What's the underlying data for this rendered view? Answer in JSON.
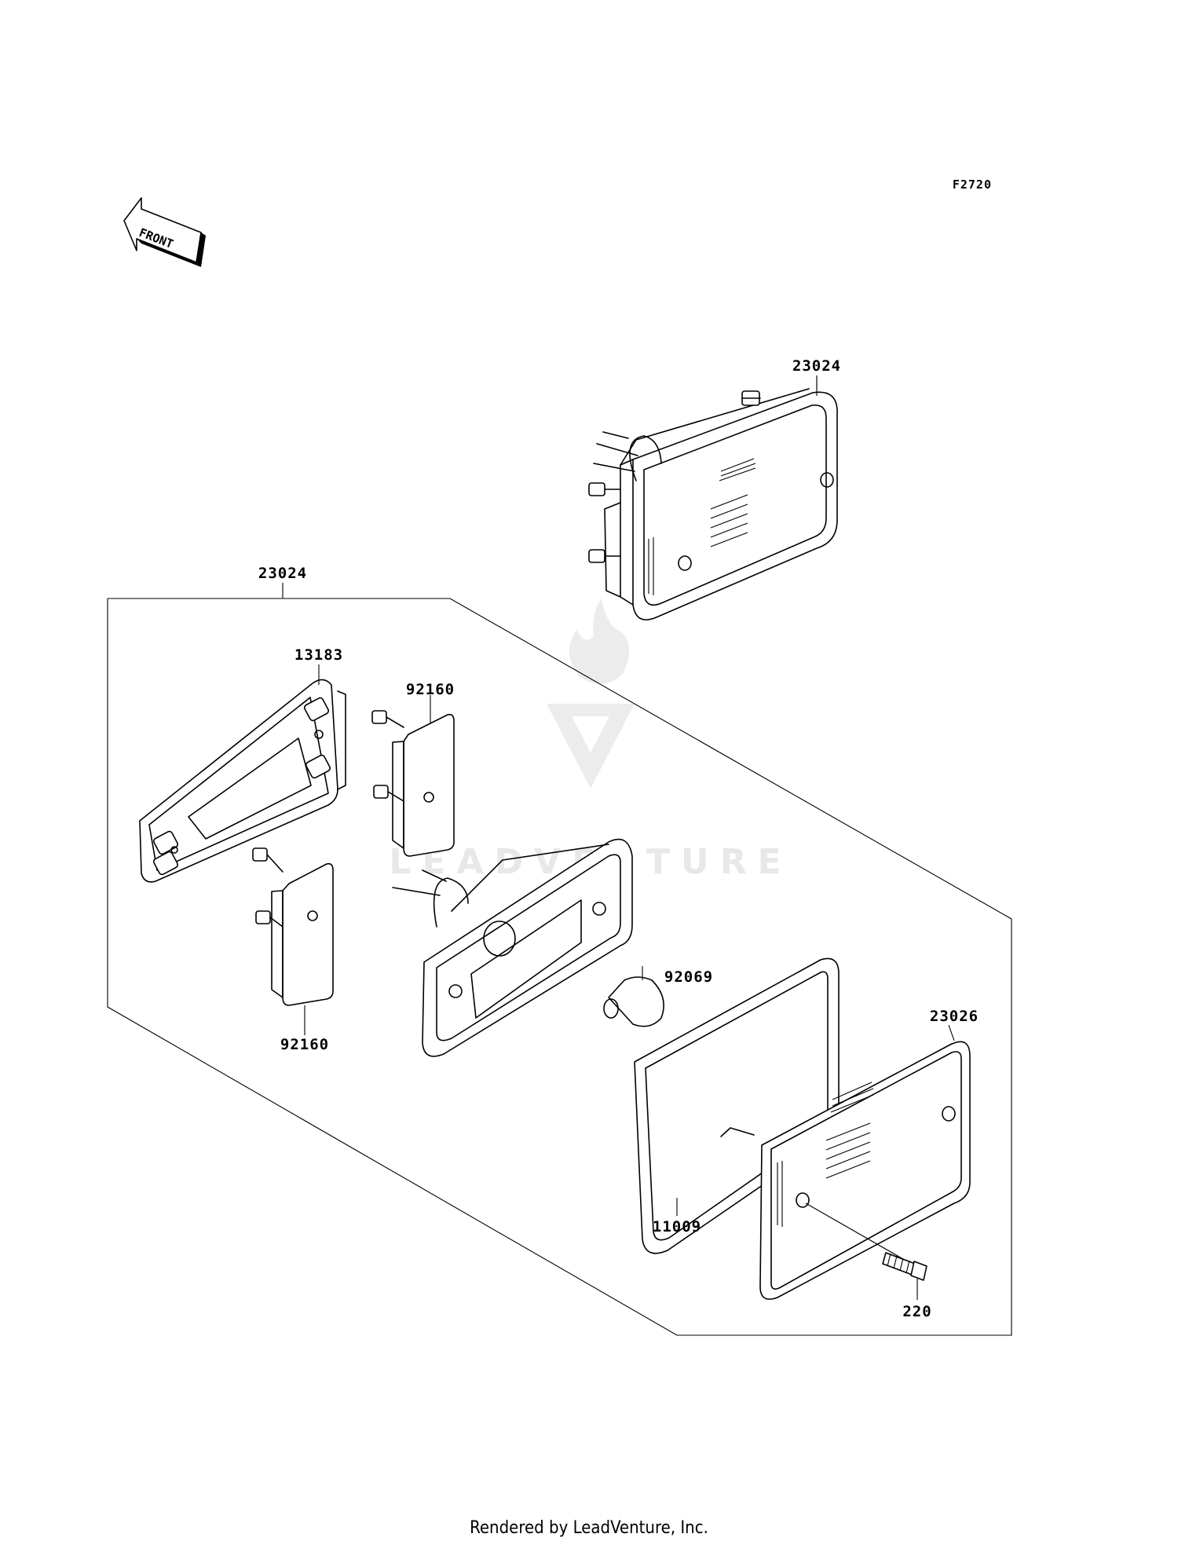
{
  "diagram_code": "F2720",
  "front_arrow_label": "FRONT",
  "watermark": "LEADVENTURE",
  "labels": {
    "assembly_top": "23024",
    "assembly_exploded": "23024",
    "bracket": "13183",
    "socket_upper": "92160",
    "socket_lower": "92160",
    "bulb": "92069",
    "lens": "23026",
    "gasket": "11009",
    "screw": "220"
  },
  "footer": "Rendered by LeadVenture, Inc."
}
